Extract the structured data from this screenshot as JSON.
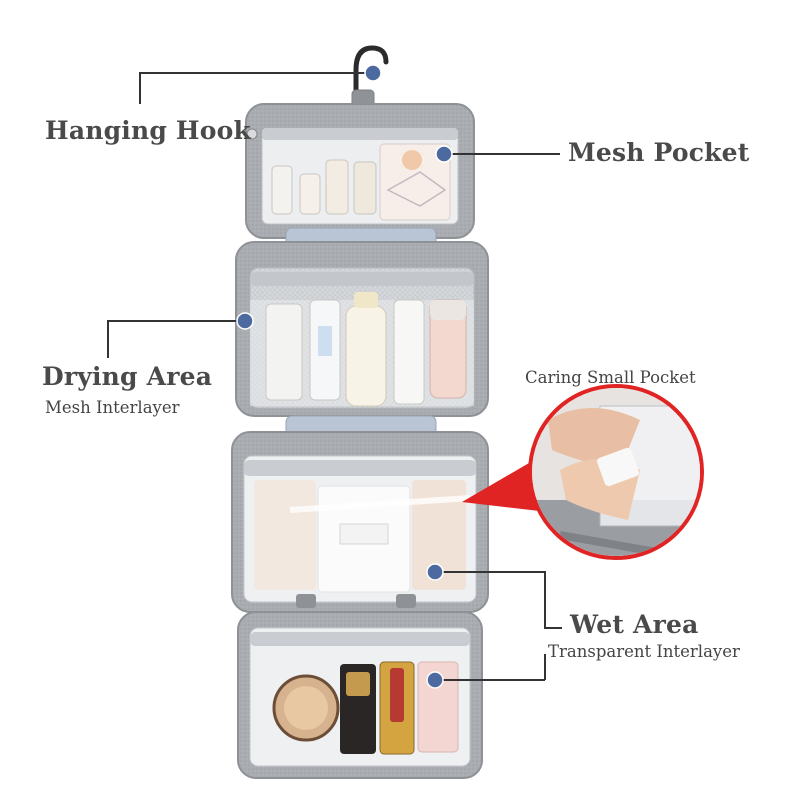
{
  "labels": {
    "hanging_hook": "Hanging Hook",
    "mesh_pocket": "Mesh Pocket",
    "drying_area": "Drying Area",
    "drying_area_sub": "Mesh Interlayer",
    "caring_small_pocket": "Caring Small Pocket",
    "wet_area": "Wet Area",
    "wet_area_sub": "Transparent Interlayer"
  },
  "colors": {
    "bag_gray": "#a7aaae",
    "bag_dark": "#8e9196",
    "pocket_inner": "#e6e8ea",
    "callout_dot": "#4d6aa0",
    "callout_line": "#333333",
    "highlight_red": "#e02323"
  }
}
